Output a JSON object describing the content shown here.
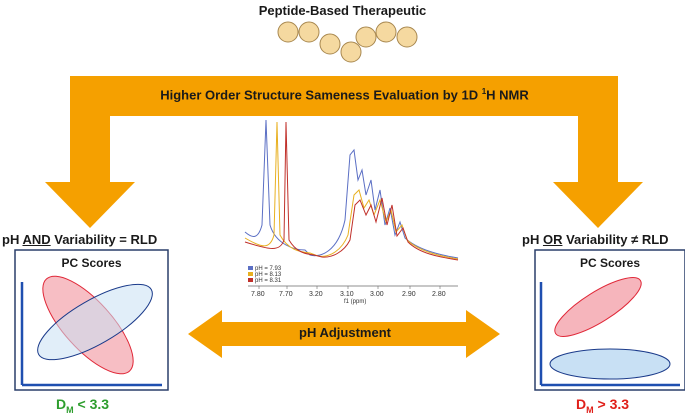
{
  "title": "Peptide-Based Therapeutic",
  "banner": {
    "prefix": "Higher Order Structure Sameness Evaluation by 1D ",
    "superscript": "1",
    "suffix": "H NMR"
  },
  "left_panel": {
    "header_prefix": "pH ",
    "header_emph": "AND",
    "header_suffix": " Variability = RLD",
    "pc_title": "PC Scores",
    "dm_label": "D",
    "dm_sub": "M",
    "dm_value": " < 3.3",
    "dm_color": "#2e9e2e"
  },
  "right_panel": {
    "header_prefix": "pH ",
    "header_emph": "OR",
    "header_suffix": " Variability ≠ RLD",
    "pc_title": "PC Scores",
    "dm_label": "D",
    "dm_sub": "M",
    "dm_value": " > 3.3",
    "dm_color": "#e0201a"
  },
  "center_arrow": {
    "label": "pH Adjustment"
  },
  "nmr": {
    "legend": [
      {
        "label": "pH = 7.93",
        "color": "#5b6fc4"
      },
      {
        "label": "pH = 8.13",
        "color": "#e8b020"
      },
      {
        "label": "pH = 8.31",
        "color": "#c0302a"
      }
    ],
    "ticks": [
      "7.80",
      "7.70",
      "3.20",
      "3.10",
      "3.00",
      "2.90",
      "2.80"
    ],
    "axis_label": "f1 (ppm)"
  },
  "colors": {
    "arrow": "#f5a000",
    "peptide_fill": "#f5d9a0",
    "peptide_stroke": "#a88850",
    "ellipse_red": "#f4a8b0",
    "ellipse_blue": "#c8e0f4",
    "panel_border": "#2a3f6a",
    "axis": "#1f4fb0"
  }
}
